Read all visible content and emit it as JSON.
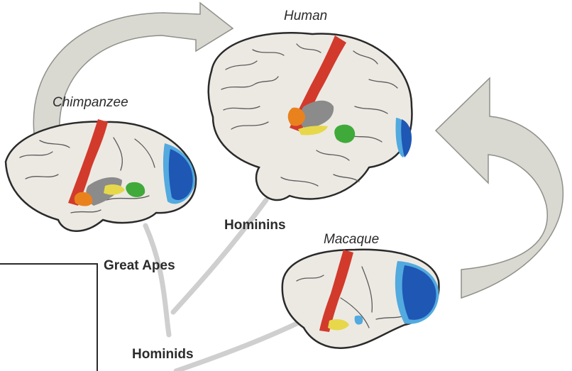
{
  "species": {
    "human": "Human",
    "chimpanzee": "Chimpanzee",
    "macaque": "Macaque"
  },
  "clades": {
    "hominins": "Hominins",
    "great_apes": "Great Apes",
    "hominids": "Hominids"
  },
  "colors": {
    "brain_fill": "#ece9e3",
    "brain_outline": "#2a2a2a",
    "motor_strip": "#d23a2c",
    "orange_region": "#e9821c",
    "gray_region": "#8b8b8b",
    "yellow_region": "#e6d84a",
    "green_region": "#3faa3a",
    "visual_dark_blue": "#1f57b5",
    "visual_light_blue": "#52aadf",
    "arrow_fill": "#d9d9d2",
    "arrow_stroke": "#8f8f8a",
    "tree_branch": "#cfcfcf"
  }
}
